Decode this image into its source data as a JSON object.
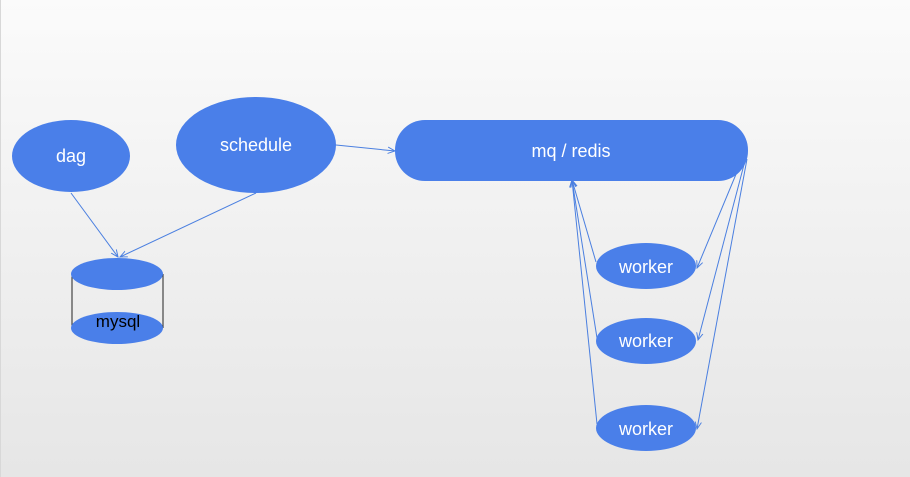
{
  "colors": {
    "node_fill": "#4a7fe9",
    "edge": "#4a7fe0",
    "label_light": "#ffffff",
    "label_dark": "#000000"
  },
  "nodes": {
    "dag": {
      "label": "dag"
    },
    "schedule": {
      "label": "schedule"
    },
    "mq": {
      "label": "mq / redis"
    },
    "mysql": {
      "label": "mysql"
    },
    "worker1": {
      "label": "worker"
    },
    "worker2": {
      "label": "worker"
    },
    "worker3": {
      "label": "worker"
    }
  }
}
